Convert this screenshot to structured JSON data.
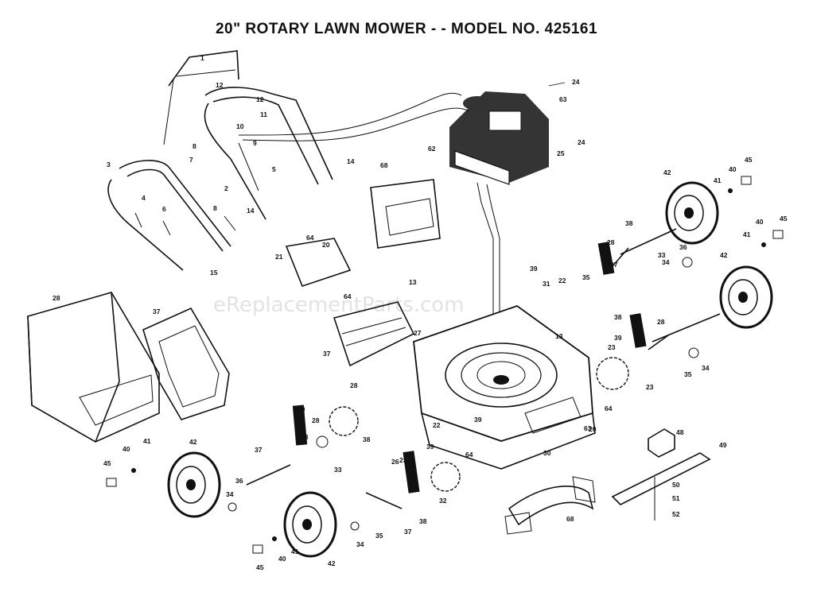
{
  "title": "20\" ROTARY LAWN MOWER - - MODEL NO. 425161",
  "watermark": "eReplacementParts.com",
  "callouts": [
    "1",
    "12",
    "12",
    "11",
    "10",
    "9",
    "8",
    "7",
    "5",
    "14",
    "3",
    "2",
    "4",
    "8",
    "6",
    "14",
    "15",
    "24",
    "63",
    "24",
    "25",
    "62",
    "68",
    "64",
    "20",
    "21",
    "64",
    "13",
    "28",
    "37",
    "42",
    "41",
    "40",
    "45",
    "40",
    "45",
    "41",
    "42",
    "28",
    "38",
    "37",
    "33",
    "36",
    "34",
    "35",
    "22",
    "39",
    "31",
    "23",
    "39",
    "38",
    "28",
    "23",
    "35",
    "34",
    "37",
    "27",
    "13",
    "28",
    "60",
    "33",
    "28",
    "38",
    "22",
    "39",
    "64",
    "20",
    "23",
    "42",
    "41",
    "40",
    "45",
    "37",
    "36",
    "34",
    "33",
    "26",
    "38",
    "39",
    "32",
    "64",
    "42",
    "41",
    "40",
    "45",
    "34",
    "35",
    "37",
    "30",
    "63",
    "48",
    "49",
    "50",
    "51",
    "52",
    "68"
  ]
}
